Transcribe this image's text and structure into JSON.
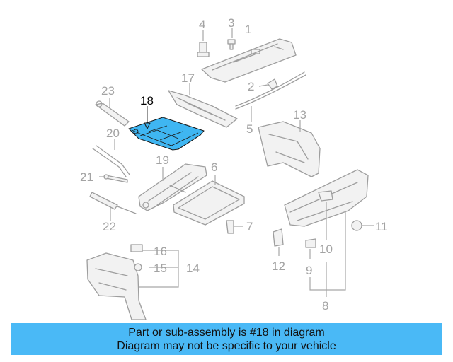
{
  "diagram": {
    "highlight_color": "#3fb6f2",
    "highlighted_part": "18",
    "callouts": {
      "c1": "1",
      "c2": "2",
      "c3": "3",
      "c4": "4",
      "c5": "5",
      "c6": "6",
      "c7": "7",
      "c8": "8",
      "c9": "9",
      "c10": "10",
      "c11": "11",
      "c12": "12",
      "c13": "13",
      "c14": "14",
      "c15": "15",
      "c16": "16",
      "c17": "17",
      "c18": "18",
      "c19": "19",
      "c20": "20",
      "c21": "21",
      "c22": "22",
      "c23": "23"
    }
  },
  "banner": {
    "background": "#4ab9f6",
    "line1": "Part or sub-assembly is #18 in diagram",
    "line2": "Diagram may not be specific to your vehicle"
  }
}
